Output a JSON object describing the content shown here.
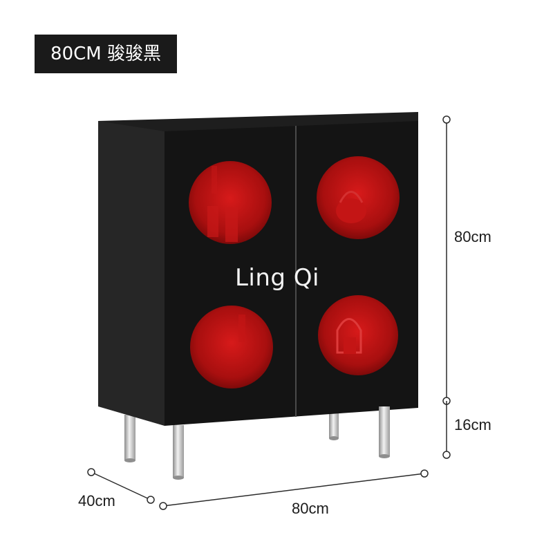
{
  "title_tag": "80CM 骏骏黑",
  "watermark": "Ling Qi",
  "dimensions": {
    "height_body": "80cm",
    "height_legs": "16cm",
    "depth": "40cm",
    "width": "80cm"
  },
  "colors": {
    "cabinet": "#141414",
    "cabinet_side": "#262626",
    "window_glow": "#b31212",
    "legs": "#c9c9c9",
    "tag_bg": "#1a1a1a"
  }
}
